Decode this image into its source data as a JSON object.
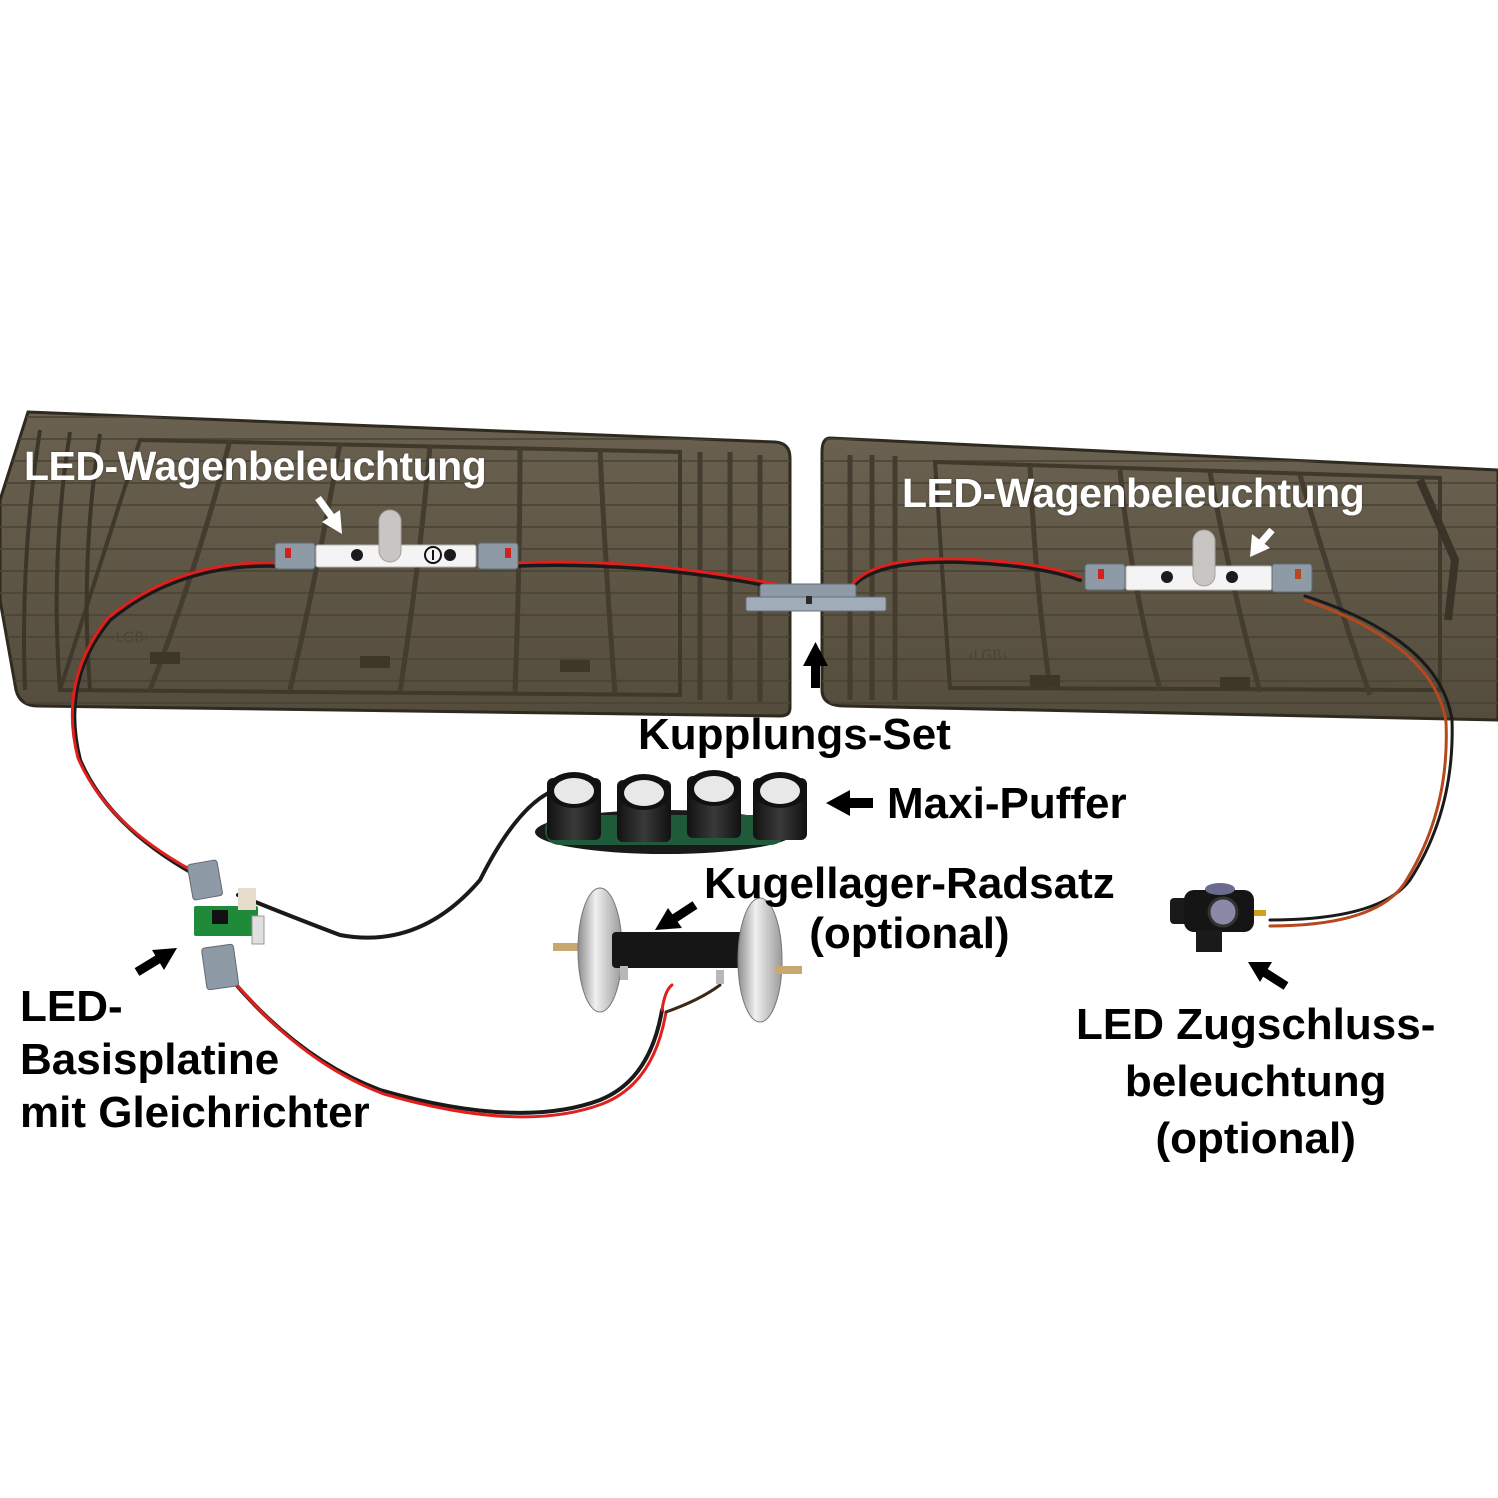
{
  "image": {
    "description": "Model railway coach lighting kit layout with annotated components",
    "background_color": "#ffffff",
    "plate_color": "#5e5645",
    "wire_red": "#e0201c",
    "wire_black": "#1a1a1a",
    "wire_brown": "#b5481e"
  },
  "labels": {
    "led_coach_lighting_left": "LED-Wagenbeleuchtung",
    "led_coach_lighting_right": "LED-Wagenbeleuchtung",
    "coupling_set": "Kupplungs-Set",
    "maxi_buffer": "Maxi-Puffer",
    "ball_bearing_wheelset": {
      "line1": "Kugellager-Radsatz",
      "line2": "(optional)"
    },
    "led_base_board": {
      "line1": "LED-",
      "line2": "Basisplatine",
      "line3": "mit Gleichrichter"
    },
    "led_tail_light": {
      "line1": "LED Zugschluss-",
      "line2": "beleuchtung",
      "line3": "(optional)"
    }
  },
  "components": [
    {
      "id": "coach-floor-left",
      "name": "Coach floor plate (left)"
    },
    {
      "id": "coach-floor-right",
      "name": "Coach floor plate (right)"
    },
    {
      "id": "led-strip-left",
      "name": "LED coach lighting module (left)"
    },
    {
      "id": "led-strip-right",
      "name": "LED coach lighting module (right)"
    },
    {
      "id": "coupling-connector",
      "name": "Coupling set connector"
    },
    {
      "id": "capacitor-buffer",
      "name": "Maxi buffer capacitor bank",
      "capacitor_count": 4
    },
    {
      "id": "wheelset",
      "name": "Ball bearing wheelset"
    },
    {
      "id": "base-board",
      "name": "LED base board with rectifier"
    },
    {
      "id": "tail-light",
      "name": "LED tail light"
    }
  ]
}
